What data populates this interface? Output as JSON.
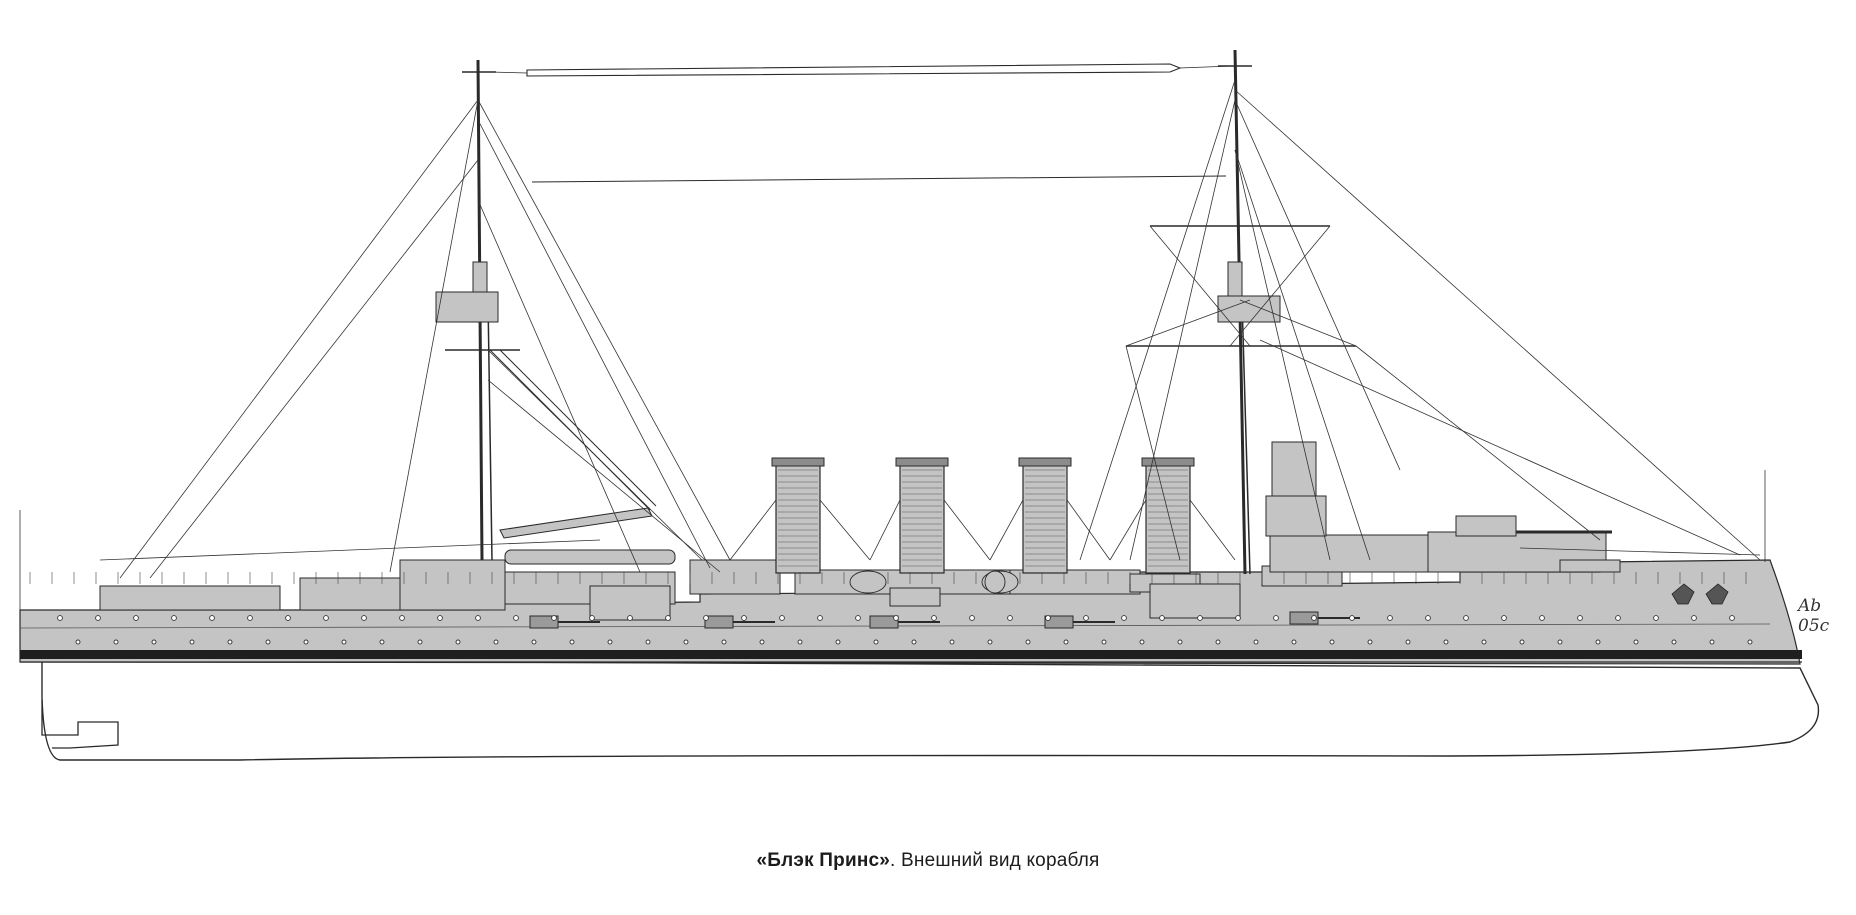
{
  "caption": {
    "ship_name": "«Блэк Принс»",
    "rest": ". Внешний вид корабля"
  },
  "signature": "Ab 05c",
  "colors": {
    "hull_gray": "#c4c4c4",
    "line": "#2a2a2a",
    "boot_topping": "#1f1f1f",
    "paper": "#ffffff"
  }
}
